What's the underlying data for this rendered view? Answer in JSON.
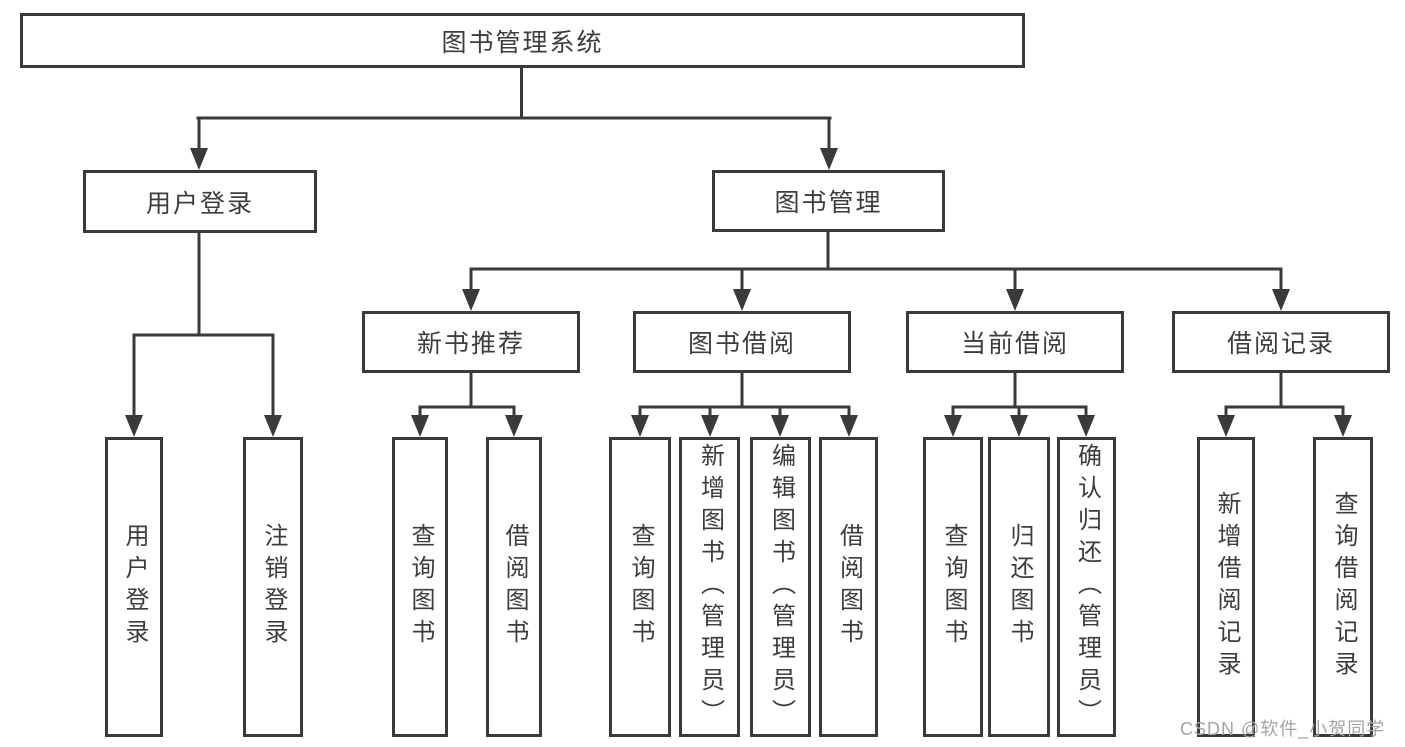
{
  "root": {
    "label": "图书管理系统",
    "children": [
      {
        "label": "用户登录",
        "children": [
          {
            "label": "用户登录"
          },
          {
            "label": "注销登录"
          }
        ]
      },
      {
        "label": "图书管理",
        "children": [
          {
            "label": "新书推荐",
            "children": [
              {
                "label": "查询图书"
              },
              {
                "label": "借阅图书"
              }
            ]
          },
          {
            "label": "图书借阅",
            "children": [
              {
                "label": "查询图书"
              },
              {
                "label": "新增图书（管理员）"
              },
              {
                "label": "编辑图书（管理员）"
              },
              {
                "label": "借阅图书"
              }
            ]
          },
          {
            "label": "当前借阅",
            "children": [
              {
                "label": "查询图书"
              },
              {
                "label": "归还图书"
              },
              {
                "label": "确认归还（管理员）"
              }
            ]
          },
          {
            "label": "借阅记录",
            "children": [
              {
                "label": "新增借阅记录"
              },
              {
                "label": "查询借阅记录"
              }
            ]
          }
        ]
      }
    ]
  },
  "watermark": "CSDN @软件_小贺同学",
  "colors": {
    "line": "#3a3a3a",
    "text": "#3d3d3d",
    "background": "#ffffff",
    "watermark": "#a4a4a4"
  }
}
